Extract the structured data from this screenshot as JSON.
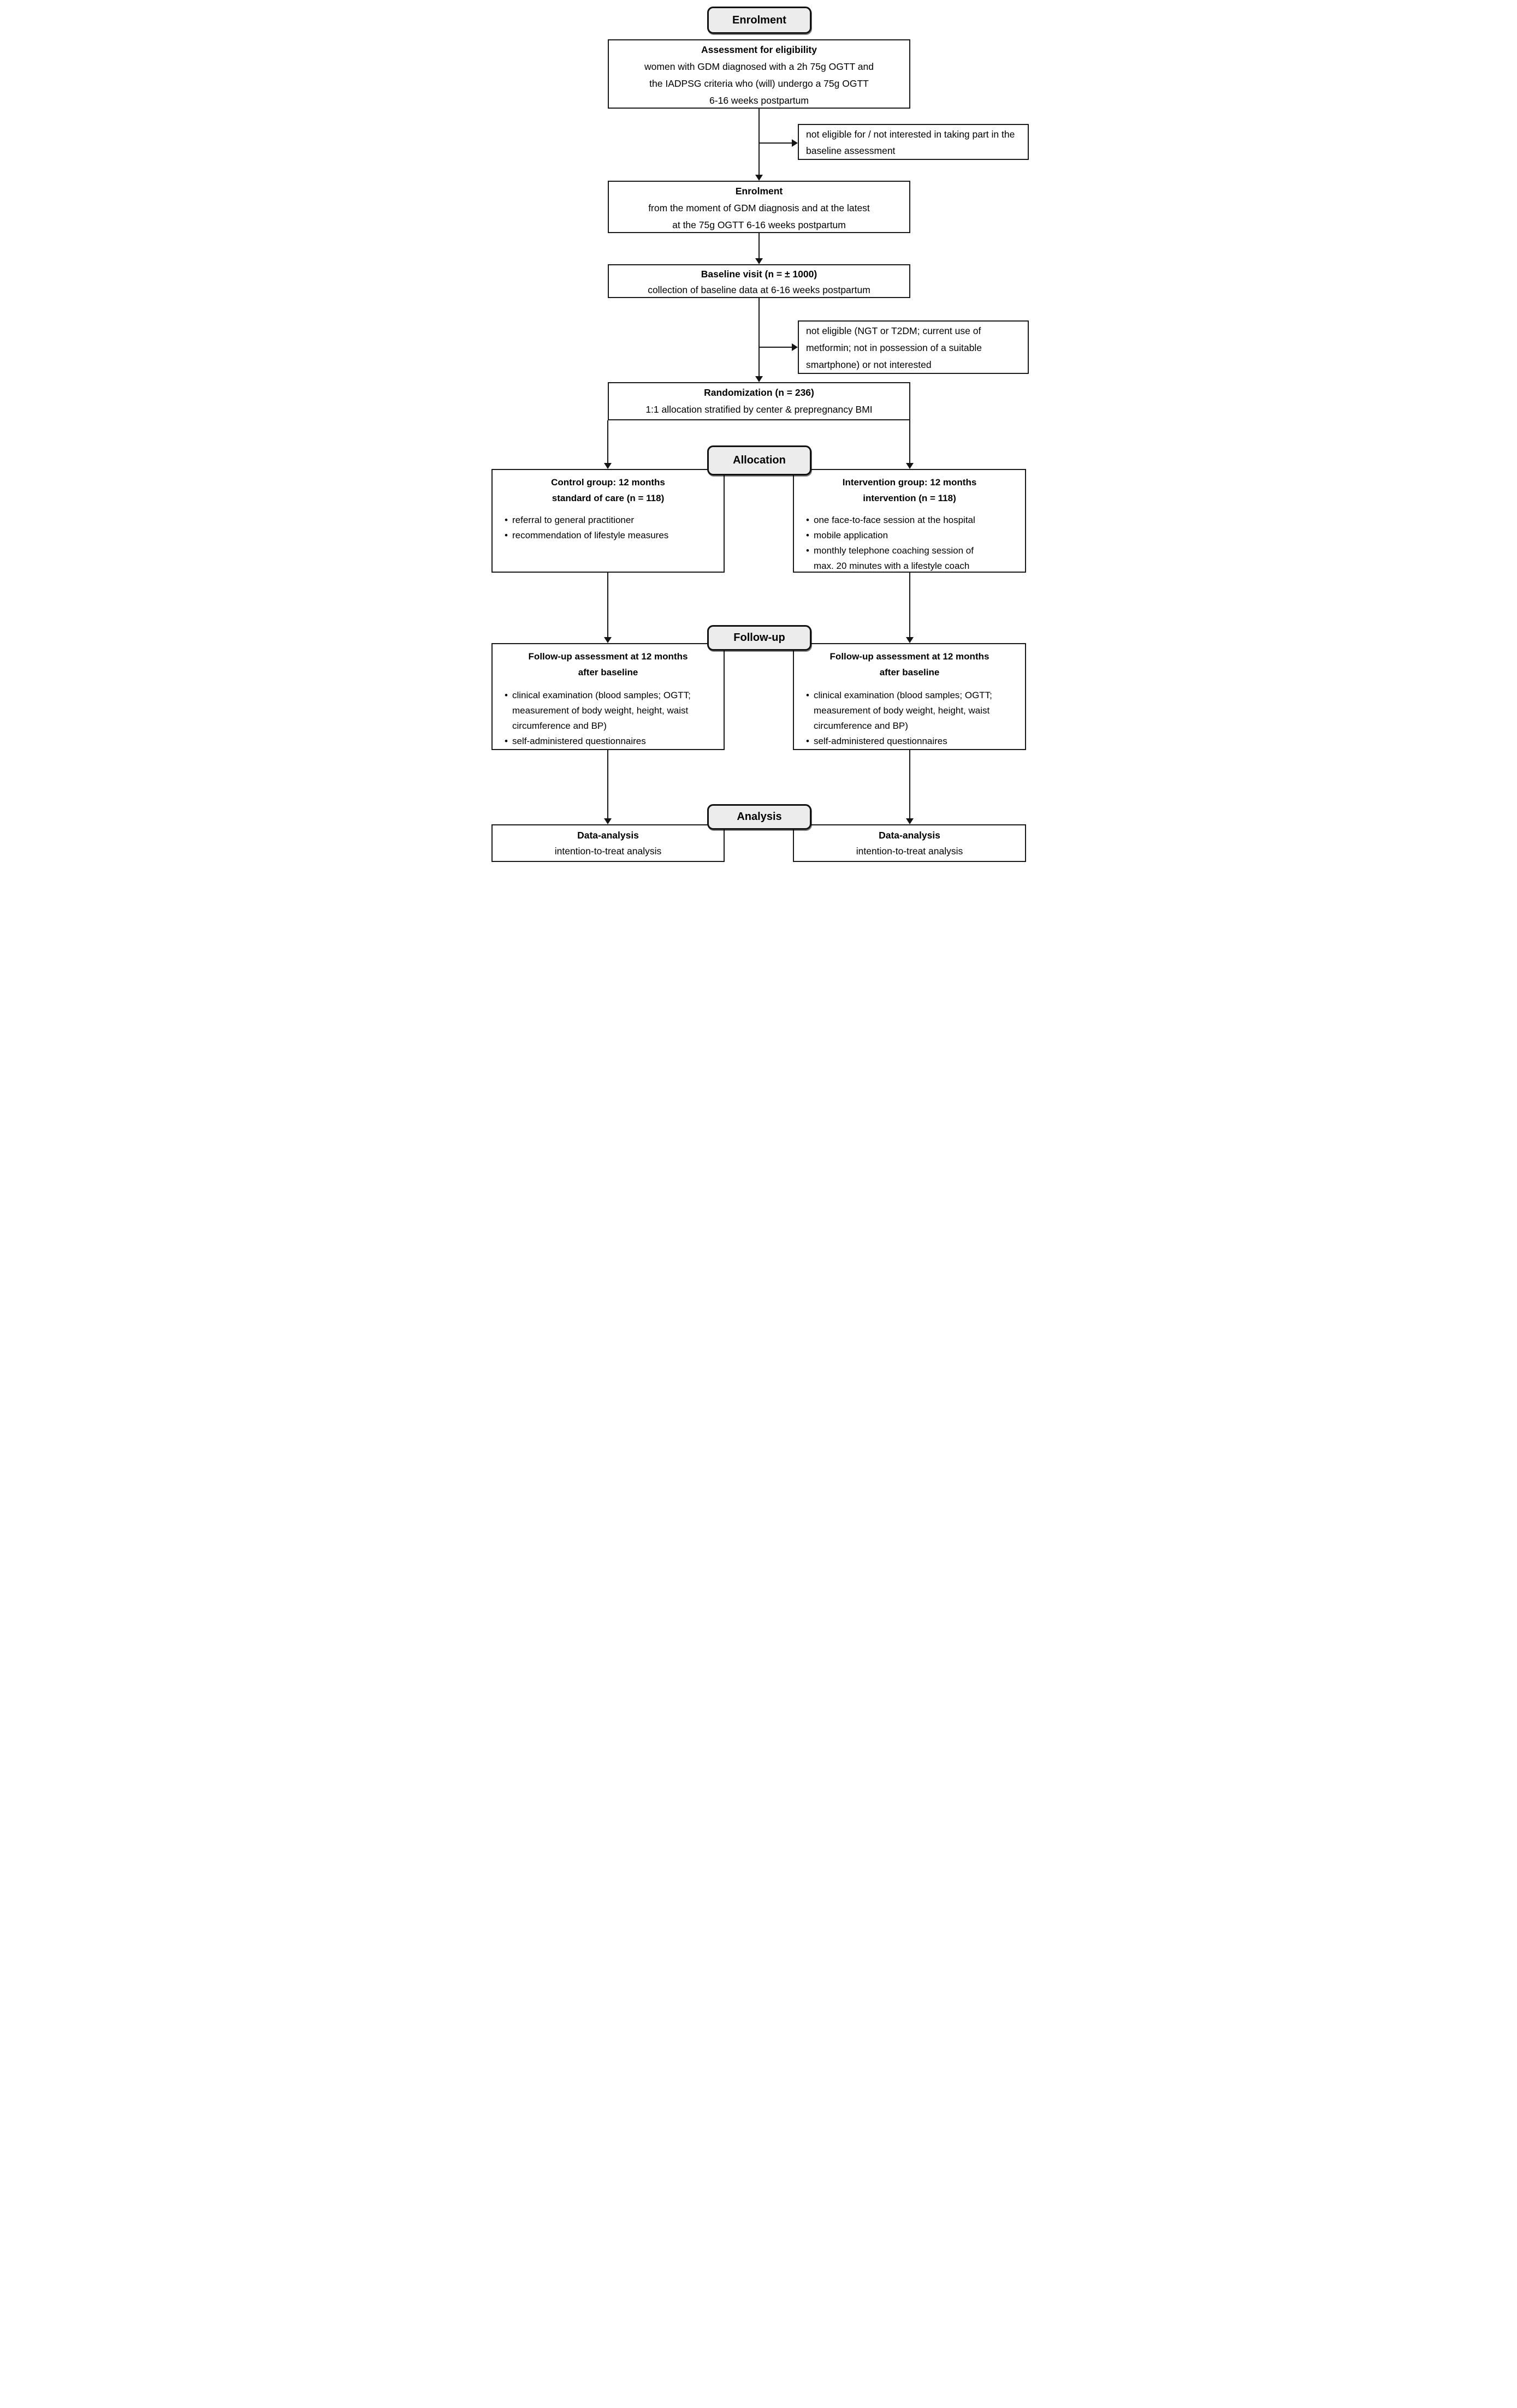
{
  "stages": {
    "enrolment": "Enrolment",
    "allocation": "Allocation",
    "followup": "Follow-up",
    "analysis": "Analysis"
  },
  "boxes": {
    "assessment": {
      "title": "Assessment for eligibility",
      "lines": [
        "women with GDM diagnosed with a 2h 75g OGTT and",
        "the IADPSG criteria who (will) undergo a 75g OGTT",
        "6-16 weeks postpartum"
      ]
    },
    "not_eligible_baseline": {
      "text": "not eligible for / not interested in taking part in the baseline assessment"
    },
    "enrolment": {
      "title": "Enrolment",
      "lines": [
        "from the moment of GDM diagnosis and at the latest",
        "at the 75g OGTT 6-16 weeks postpartum"
      ]
    },
    "baseline": {
      "title": "Baseline visit (n = ± 1000)",
      "lines": [
        "collection of baseline data at 6-16 weeks postpartum"
      ]
    },
    "not_eligible_randomization": {
      "text": "not eligible (NGT or T2DM; current use of metformin; not in possession of a suitable smartphone) or not interested"
    },
    "randomization": {
      "title": "Randomization (n = 236)",
      "lines": [
        "1:1 allocation stratified by center & prepregnancy BMI"
      ]
    },
    "control": {
      "title_lines": [
        "Control group: 12 months",
        "standard of care (n = 118)"
      ],
      "bullets": [
        "referral to general practitioner",
        "recommendation of lifestyle measures"
      ]
    },
    "intervention": {
      "title_lines": [
        "Intervention group: 12 months",
        "intervention (n = 118)"
      ],
      "bullets": [
        "one face-to-face session at the hospital",
        "mobile application",
        "monthly telephone coaching session of max. 20 minutes with a lifestyle coach"
      ]
    },
    "followup_control": {
      "title_lines": [
        "Follow-up assessment at 12 months",
        "after baseline"
      ],
      "bullets": [
        "clinical examination (blood samples; OGTT; measurement of body weight, height, waist circumference and BP)",
        "self-administered questionnaires"
      ]
    },
    "followup_intervention": {
      "title_lines": [
        "Follow-up assessment at 12 months",
        "after baseline"
      ],
      "bullets": [
        "clinical examination (blood samples; OGTT; measurement of body weight, height, waist circumference and BP)",
        "self-administered questionnaires"
      ]
    },
    "analysis_control": {
      "title": "Data-analysis",
      "lines": [
        "intention-to-treat analysis"
      ]
    },
    "analysis_intervention": {
      "title": "Data-analysis",
      "lines": [
        "intention-to-treat analysis"
      ]
    }
  },
  "colors": {
    "stage_fill": "#ececec",
    "box_border": "#1a1a1a",
    "line": "#141414",
    "background": "#ffffff",
    "text": "#000000"
  }
}
